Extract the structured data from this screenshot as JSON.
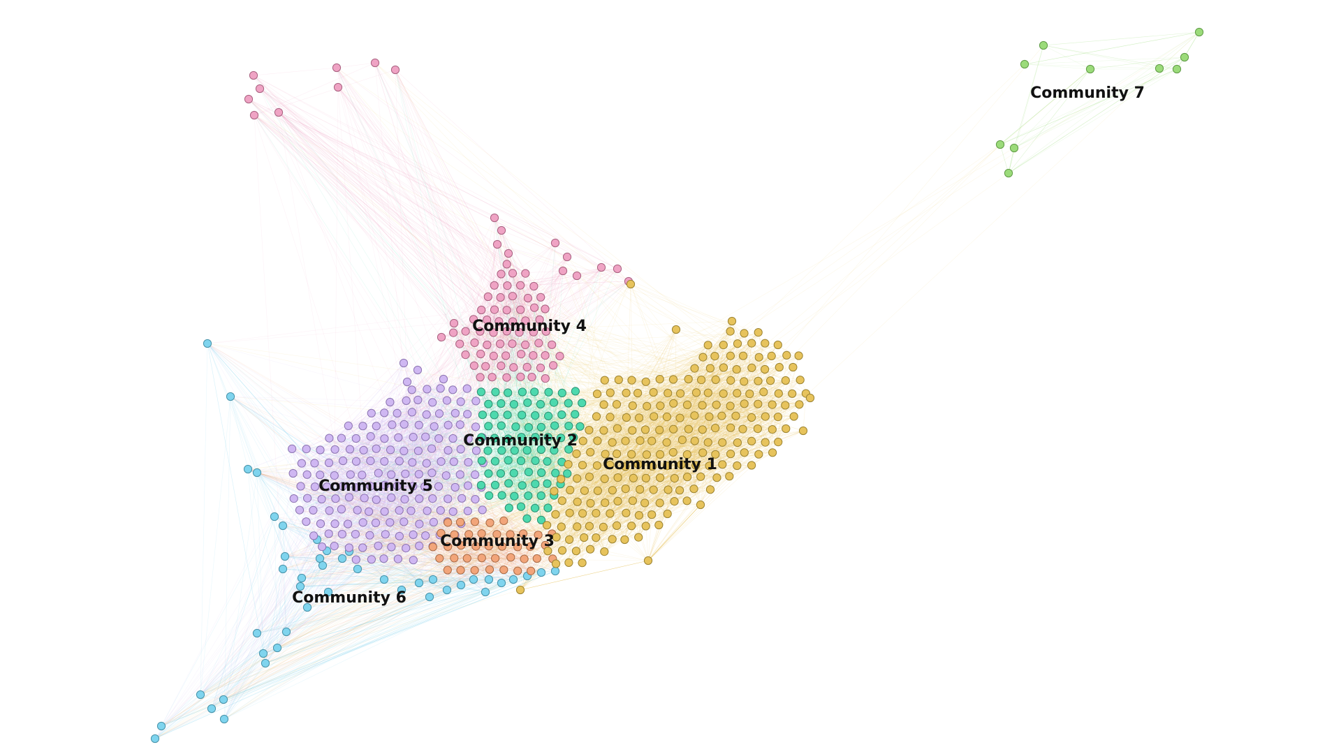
{
  "communities": [
    {
      "id": "c1",
      "label": "Community 1",
      "color": "#E7C35C",
      "stroke": "#9c8330"
    },
    {
      "id": "c2",
      "label": "Community 2",
      "color": "#4DD9AE",
      "stroke": "#2b8f70"
    },
    {
      "id": "c3",
      "label": "Community 3",
      "color": "#F2A57A",
      "stroke": "#a86a45"
    },
    {
      "id": "c4",
      "label": "Community 4",
      "color": "#EFA3C4",
      "stroke": "#a8607f"
    },
    {
      "id": "c5",
      "label": "Community 5",
      "color": "#CFB7F2",
      "stroke": "#8b73b0"
    },
    {
      "id": "c6",
      "label": "Community 6",
      "color": "#7FD4EE",
      "stroke": "#4691a8"
    },
    {
      "id": "c7",
      "label": "Community 7",
      "color": "#9BDB7A",
      "stroke": "#5e9a44"
    }
  ]
}
